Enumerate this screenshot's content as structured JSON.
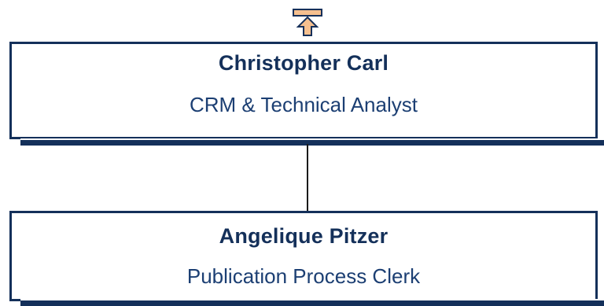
{
  "navigation": {
    "up_icon": "arrow-up-icon",
    "up_icon_color": "#f6c08f",
    "up_icon_outline": "#16305a"
  },
  "manager": {
    "name": "Christopher Carl",
    "title": "CRM & Technical Analyst"
  },
  "report": {
    "name": "Angelique Pitzer",
    "title": "Publication Process Clerk"
  },
  "colors": {
    "card_border": "#14305a",
    "text": "#14305a",
    "connector": "#1a1a1a"
  }
}
